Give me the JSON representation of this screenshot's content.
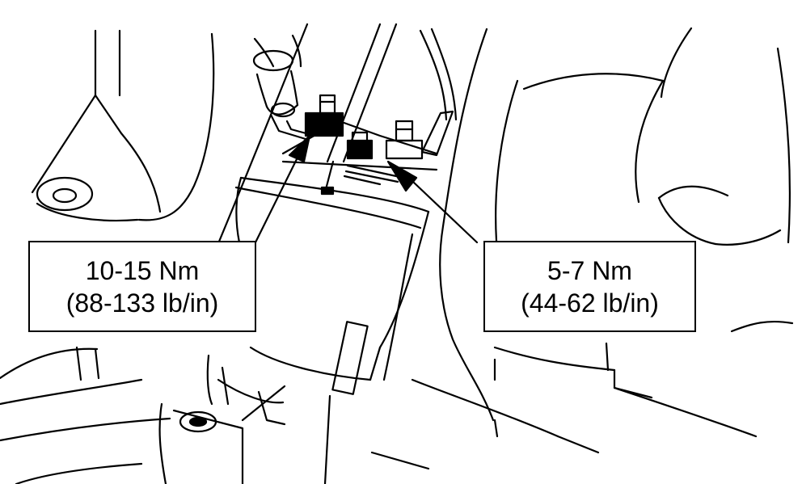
{
  "callouts": {
    "left": {
      "line1": "10-15 Nm",
      "line2": "(88-133 lb/in)"
    },
    "right": {
      "line1": "5-7 Nm",
      "line2": "(44-62 lb/in)"
    }
  },
  "colors": {
    "ink": "#000000",
    "paper": "#ffffff"
  }
}
